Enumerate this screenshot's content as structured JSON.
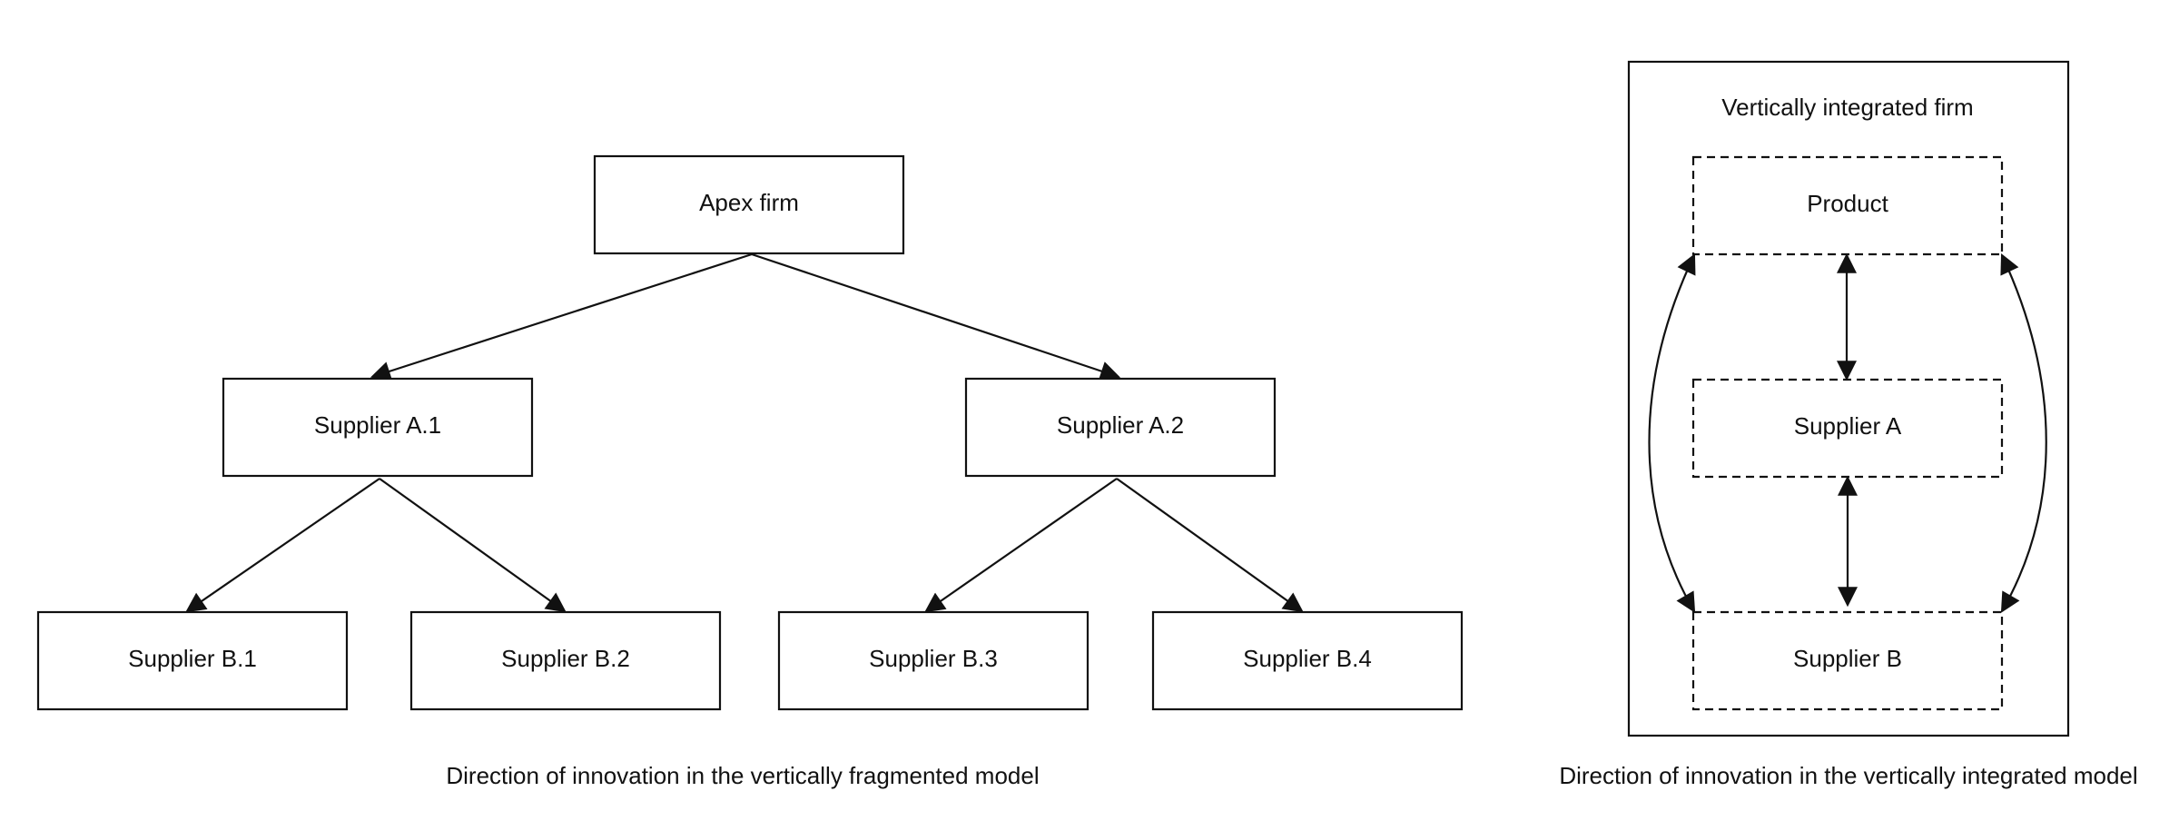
{
  "fragmented": {
    "apex": "Apex firm",
    "supplier_a1": "Supplier A.1",
    "supplier_a2": "Supplier A.2",
    "supplier_b1": "Supplier B.1",
    "supplier_b2": "Supplier B.2",
    "supplier_b3": "Supplier B.3",
    "supplier_b4": "Supplier B.4",
    "caption": "Direction of innovation in the vertically fragmented model"
  },
  "integrated": {
    "title": "Vertically integrated firm",
    "product": "Product",
    "supplier_a": "Supplier A",
    "supplier_b": "Supplier B",
    "caption": "Direction of innovation in the vertically integrated model"
  }
}
